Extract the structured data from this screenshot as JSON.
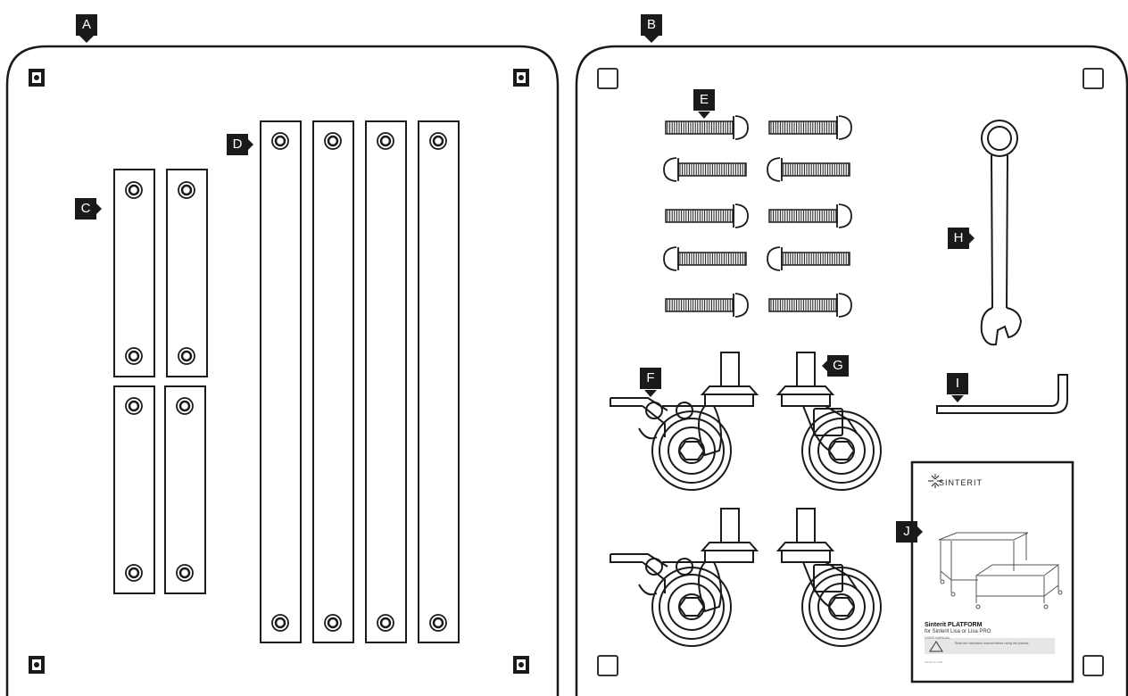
{
  "labels": {
    "a": "A",
    "b": "B",
    "c": "C",
    "d": "D",
    "e": "E",
    "f": "F",
    "g": "G",
    "h": "H",
    "i": "I",
    "j": "J"
  },
  "manual": {
    "brand": "SINTERIT",
    "title": "Sinterit PLATFORM",
    "subtitle": "for Sinterit Lisa or Lisa PRO",
    "doc_type": "USER MANUAL",
    "warning": "Read the instruction manual before using the product.",
    "footer": "Version 1.0 EN"
  },
  "colors": {
    "line": "#1a1a1a",
    "label_bg": "#1a1a1a",
    "label_text": "#ffffff"
  }
}
